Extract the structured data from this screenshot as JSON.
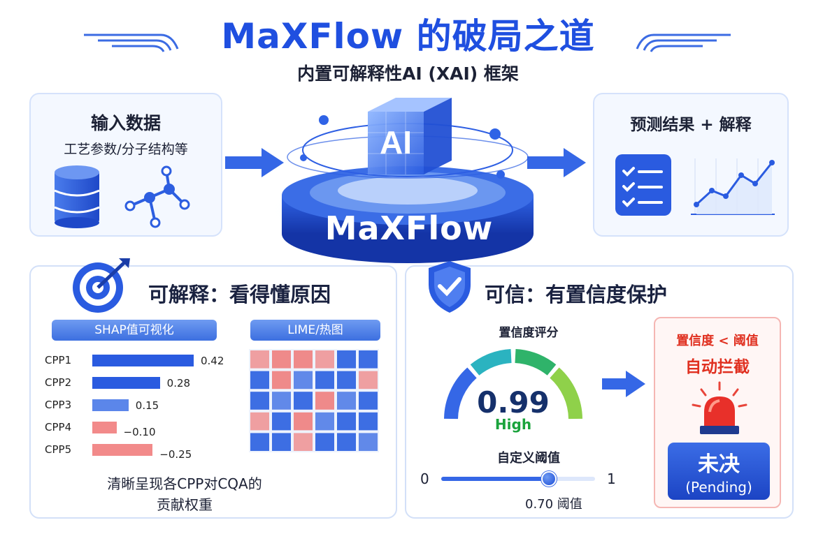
{
  "header": {
    "title": "MaXFlow 的破局之道",
    "subtitle": "内置可解释性AI (XAI) 框架"
  },
  "input_card": {
    "title": "输入数据",
    "subtitle": "工艺参数/分子结构等",
    "icons": [
      "database-icon",
      "molecule-icon"
    ]
  },
  "center": {
    "cube_label": "AI",
    "platform_label": "MaXFlow"
  },
  "output_card": {
    "title": "预测结果 + 解释",
    "icons": [
      "checklist-icon",
      "line-chart-icon"
    ]
  },
  "explainability": {
    "title": "可解释：看得懂原因",
    "shap_label": "SHAP值可视化",
    "lime_label": "LIME/热图",
    "caption_line1": "清晰呈现各CPP对CQA的",
    "caption_line2": "贡献权重",
    "icon": "target-icon"
  },
  "chart_data": {
    "type": "bar",
    "title": "SHAP值可视化",
    "orientation": "horizontal",
    "categories": [
      "CPP1",
      "CPP2",
      "CPP3",
      "CPP4",
      "CPP5"
    ],
    "values": [
      0.42,
      0.28,
      0.15,
      -0.1,
      -0.25
    ],
    "value_labels": [
      "0.42",
      "0.28",
      "0.15",
      "−0.10",
      "−0.25"
    ],
    "colors": {
      "positive": "#2a5be0",
      "positive_light": "#5b86ea",
      "negative": "#f28a8a"
    }
  },
  "lime_heatmap": {
    "rows": 5,
    "cols": 6,
    "cells": [
      [
        "r",
        "r",
        "r",
        "r",
        "b",
        "b"
      ],
      [
        "b",
        "r",
        "b",
        "b",
        "b",
        "r"
      ],
      [
        "b",
        "b",
        "b",
        "r",
        "b",
        "b"
      ],
      [
        "r",
        "b",
        "r",
        "b",
        "b",
        "b"
      ],
      [
        "b",
        "b",
        "r",
        "b",
        "b",
        "b"
      ]
    ],
    "colors": {
      "r": "#ef8a8a",
      "b": "#3d6ee3"
    }
  },
  "trust": {
    "title": "可信：有置信度保护",
    "icon": "shield-check-icon",
    "gauge_label": "置信度评分",
    "score": "0.99",
    "score_value": 0.99,
    "level": "High",
    "threshold_title": "自定义阈值",
    "slider_min": "0",
    "slider_max": "1",
    "threshold_value": 0.7,
    "threshold_caption": "0.70 阈值",
    "block_condition": "置信度 < 阈值",
    "block_action": "自动拦截",
    "alarm_icon": "siren-icon",
    "pending_main": "未决",
    "pending_sub": "(Pending)"
  },
  "palette": {
    "brand_blue": "#1f4fe0",
    "card_border": "#d5e2fb",
    "alert_red": "#e03020",
    "high_green": "#1aa33c"
  }
}
